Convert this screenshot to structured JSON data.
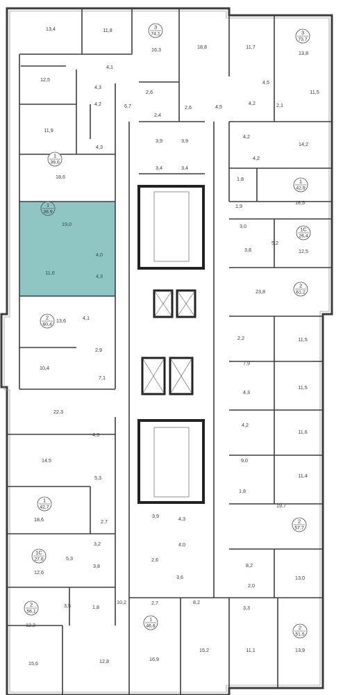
{
  "colors": {
    "wall": "#3c3c3c",
    "thin": "#8a8a8a",
    "highlight": "#8fc6c3",
    "bg": "#ffffff"
  },
  "room_areas": [
    "13,4",
    "11,8",
    "16,3",
    "18,8",
    "11,7",
    "13,8",
    "4,1",
    "12,5",
    "4,3",
    "4,2",
    "2,6",
    "6,7",
    "2,4",
    "2,6",
    "4,5",
    "4,5",
    "4,2",
    "2,1",
    "11,5",
    "11,9",
    "4,3",
    "18,6",
    "3,9",
    "3,9",
    "3,4",
    "3,4",
    "4,2",
    "14,2",
    "4,2",
    "1,8",
    "18,5",
    "1,9",
    "19,0",
    "4,0",
    "4,3",
    "11,6",
    "3,0",
    "5,2",
    "12,5",
    "3,8",
    "23,8",
    "4,1",
    "13,6",
    "2,9",
    "10,4",
    "7,1",
    "2,2",
    "11,5",
    "7,9",
    "11,5",
    "4,3",
    "4,2",
    "22,3",
    "11,6",
    "4,3",
    "14,5",
    "5,3",
    "9,0",
    "11,4",
    "1,8",
    "18,6",
    "2,7",
    "19,7",
    "3,9",
    "4,3",
    "4,0",
    "3,2",
    "5,3",
    "3,8",
    "12,6",
    "2,6",
    "3,6",
    "8,2",
    "13,0",
    "2,0",
    "3,5",
    "1,8",
    "10,2",
    "2,7",
    "8,2",
    "3,3",
    "12,2",
    "15,6",
    "12,8",
    "16,9",
    "15,2",
    "11,1",
    "13,9"
  ],
  "units": [
    {
      "rooms": "3",
      "area": "74,1"
    },
    {
      "rooms": "3",
      "area": "73,7"
    },
    {
      "rooms": "1",
      "area": "39,0"
    },
    {
      "rooms": "1",
      "area": "42,9"
    },
    {
      "rooms": "1",
      "area": "38,9"
    },
    {
      "rooms": "1С",
      "area": "26,4"
    },
    {
      "rooms": "2",
      "area": "61,2"
    },
    {
      "rooms": "2",
      "area": "60,4"
    },
    {
      "rooms": "1",
      "area": "42,7"
    },
    {
      "rooms": "2",
      "area": "57,7"
    },
    {
      "rooms": "1С",
      "area": "27,6"
    },
    {
      "rooms": "2",
      "area": "56,1"
    },
    {
      "rooms": "1",
      "area": "46,6"
    },
    {
      "rooms": "2",
      "area": "51,5"
    }
  ],
  "highlighted_unit": {
    "rooms": "1",
    "area": "38,9"
  }
}
